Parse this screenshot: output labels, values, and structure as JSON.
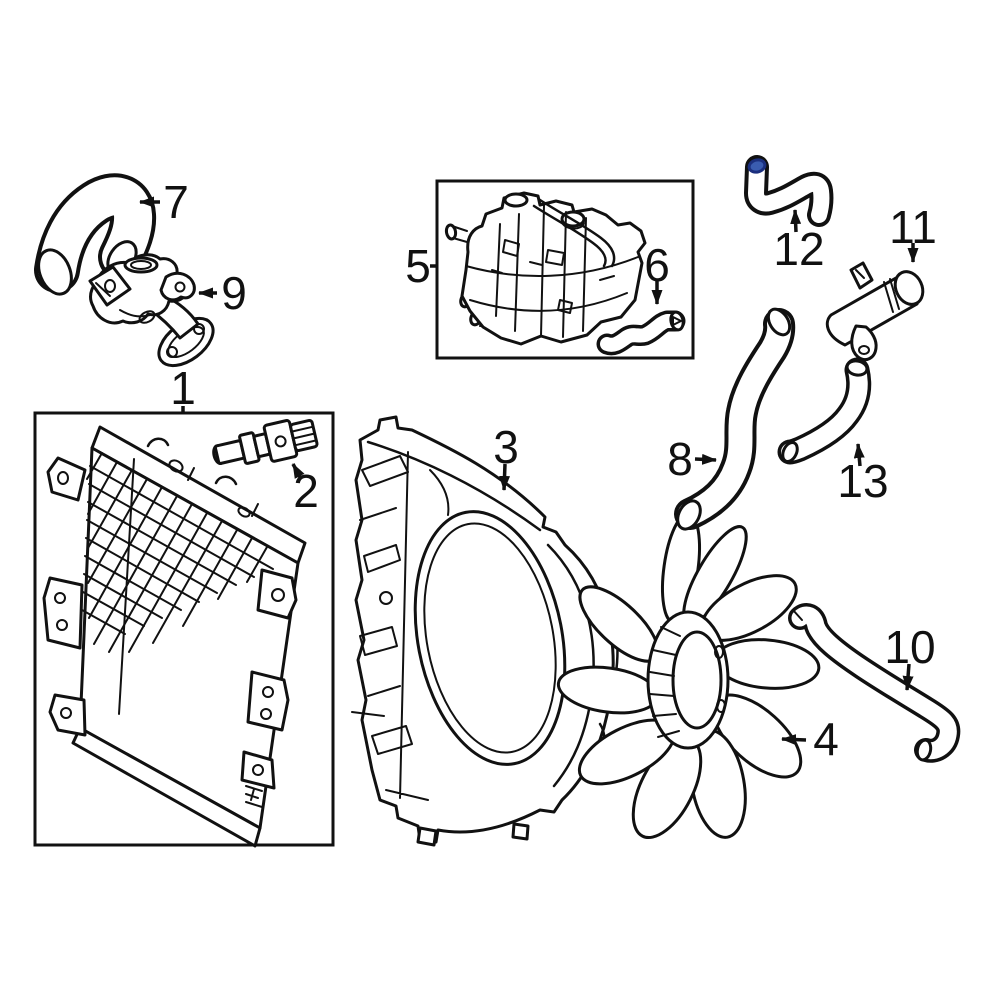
{
  "diagram": {
    "background": "#ffffff",
    "line_color": "#111111",
    "highlight": {
      "part": "12",
      "fill": "#4a6fc4",
      "stroke": "#1b2f7e",
      "opening_fill": "#3a5cb0"
    },
    "boxed_groups": [
      [
        "1",
        "2"
      ],
      [
        "5",
        "6"
      ]
    ],
    "parts": [
      {
        "num": "1",
        "name": "radiator"
      },
      {
        "num": "2",
        "name": "radiator-drain-plug"
      },
      {
        "num": "3",
        "name": "fan-shroud"
      },
      {
        "num": "4",
        "name": "fan-blade"
      },
      {
        "num": "5",
        "name": "coolant-reservoir"
      },
      {
        "num": "6",
        "name": "reservoir-hose"
      },
      {
        "num": "7",
        "name": "overflow-hose-elbow"
      },
      {
        "num": "8",
        "name": "lower-radiator-hose"
      },
      {
        "num": "9",
        "name": "water-inlet-housing"
      },
      {
        "num": "10",
        "name": "heater-hose"
      },
      {
        "num": "11",
        "name": "water-outlet-pipe"
      },
      {
        "num": "12",
        "name": "heater-hose-selected",
        "highlighted": true
      },
      {
        "num": "13",
        "name": "bypass-hose"
      }
    ]
  }
}
